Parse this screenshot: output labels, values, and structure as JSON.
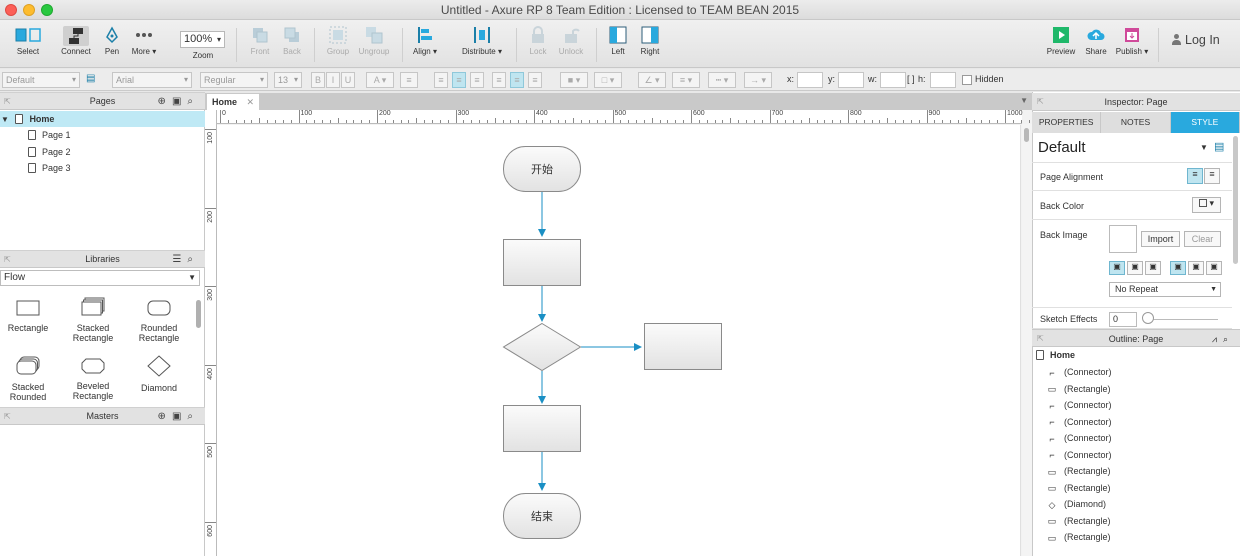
{
  "window": {
    "title": "Untitled - Axure RP 8 Team Edition : Licensed to TEAM BEAN 2015"
  },
  "toolbar": {
    "select": "Select",
    "connect": "Connect",
    "pen": "Pen",
    "more": "More",
    "zoom_value": "100%",
    "zoom": "Zoom",
    "front": "Front",
    "back": "Back",
    "group": "Group",
    "ungroup": "Ungroup",
    "align": "Align",
    "distribute": "Distribute",
    "lock": "Lock",
    "unlock": "Unlock",
    "left": "Left",
    "right": "Right",
    "preview": "Preview",
    "share": "Share",
    "publish": "Publish",
    "login": "Log In"
  },
  "format": {
    "style": "Default",
    "font": "Arial",
    "weight": "Regular",
    "size": "13",
    "x_label": "x:",
    "y_label": "y:",
    "w_label": "w:",
    "h_label": "h:",
    "hidden_label": "Hidden"
  },
  "pages_panel": {
    "title": "Pages",
    "home": "Home",
    "pages": [
      "Page 1",
      "Page 2",
      "Page 3"
    ]
  },
  "libraries_panel": {
    "title": "Libraries",
    "selected_library": "Flow",
    "items": [
      "Rectangle",
      "Stacked Rectangle",
      "Rounded Rectangle",
      "Stacked Rounded",
      "Beveled Rectangle",
      "Diamond"
    ]
  },
  "masters_panel": {
    "title": "Masters"
  },
  "canvas": {
    "tab": "Home",
    "ruler_top": [
      "0",
      "100",
      "200",
      "300",
      "400",
      "500",
      "600",
      "700",
      "800",
      "900",
      "1000"
    ],
    "ruler_left": [
      "100",
      "200",
      "300",
      "400",
      "500",
      "600"
    ],
    "start_label": "开始",
    "end_label": "结束"
  },
  "inspector": {
    "title": "Inspector: Page",
    "tabs": [
      "PROPERTIES",
      "NOTES",
      "STYLE"
    ],
    "active_tab": "STYLE",
    "style_name": "Default",
    "page_alignment": "Page Alignment",
    "back_color": "Back Color",
    "back_image": "Back Image",
    "import": "Import",
    "clear": "Clear",
    "repeat": "No Repeat",
    "sketch_effects": "Sketch Effects",
    "sketch_value": "0"
  },
  "outline": {
    "title": "Outline: Page",
    "root": "Home",
    "items": [
      "(Connector)",
      "(Rectangle)",
      "(Connector)",
      "(Connector)",
      "(Connector)",
      "(Connector)",
      "(Rectangle)",
      "(Rectangle)",
      "(Diamond)",
      "(Rectangle)",
      "(Rectangle)"
    ]
  },
  "colors": {
    "accent": "#29a9de",
    "connector": "#1a8fc4",
    "selected_row": "#bfe9f5"
  }
}
